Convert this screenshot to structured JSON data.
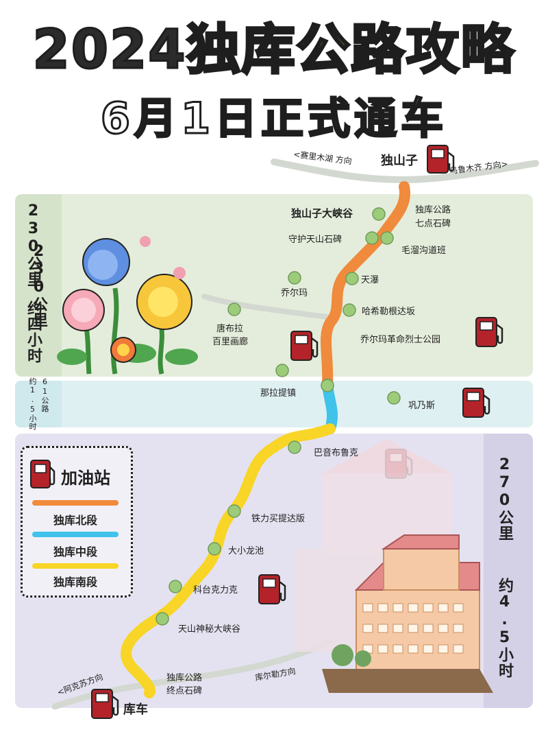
{
  "title": {
    "year": "2024",
    "highlight": "独库公路",
    "suffix": "攻略",
    "subtitle": "6月1日正式通车"
  },
  "sections": {
    "north": {
      "distance": "230公里",
      "time": "约四小时"
    },
    "middle": {
      "distance": "61公路",
      "time": "约1.5小时"
    },
    "south": {
      "distance": "270公里",
      "time": "约4.5小时"
    }
  },
  "directions": {
    "saili": "<赛里木湖 方向",
    "urumqi": "乌鲁木齐 方向>",
    "aksu": "<阿克苏方向",
    "korla": "库尔勒方向"
  },
  "cities": {
    "start": "独山子",
    "end": "库车"
  },
  "stops": {
    "grand_canyon": "独山子大峡谷",
    "qidian": [
      "独库公路",
      "七点石碑"
    ],
    "shouhu": "守护天山石碑",
    "maoliu": "毛溜沟道班",
    "tianpu": "天瀑",
    "qierma": "乔尔玛",
    "haxi": "哈希勒根达坂",
    "tangbula": [
      "唐布拉",
      "百里画廊"
    ],
    "lieshi": "乔尔玛革命烈士公园",
    "nalati": "那拉提镇",
    "gongnaisi": "巩乃斯",
    "bayinbuluke": "巴音布鲁克",
    "tielimai": "铁力买提达版",
    "daxiao": "大小龙池",
    "ketaike": "科台克力克",
    "tianshan": "天山神秘大峡谷",
    "zhongdian": [
      "独库公路",
      "终点石碑"
    ]
  },
  "legend": {
    "title": "加油站",
    "items": [
      {
        "label": "独库北段",
        "color": "#f08a3c"
      },
      {
        "label": "独库中段",
        "color": "#3fc3ea"
      },
      {
        "label": "独库南段",
        "color": "#f8d526"
      }
    ]
  },
  "colors": {
    "north_route": "#f08a3c",
    "middle_route": "#3fc3ea",
    "south_route": "#f8d526",
    "gas_pump": "#b4232a",
    "stop_dot": "#9ccc7a",
    "side_road": "#d3d8d0"
  },
  "icons": [
    "gas-station-icon",
    "flower-icon",
    "building-illustration"
  ]
}
